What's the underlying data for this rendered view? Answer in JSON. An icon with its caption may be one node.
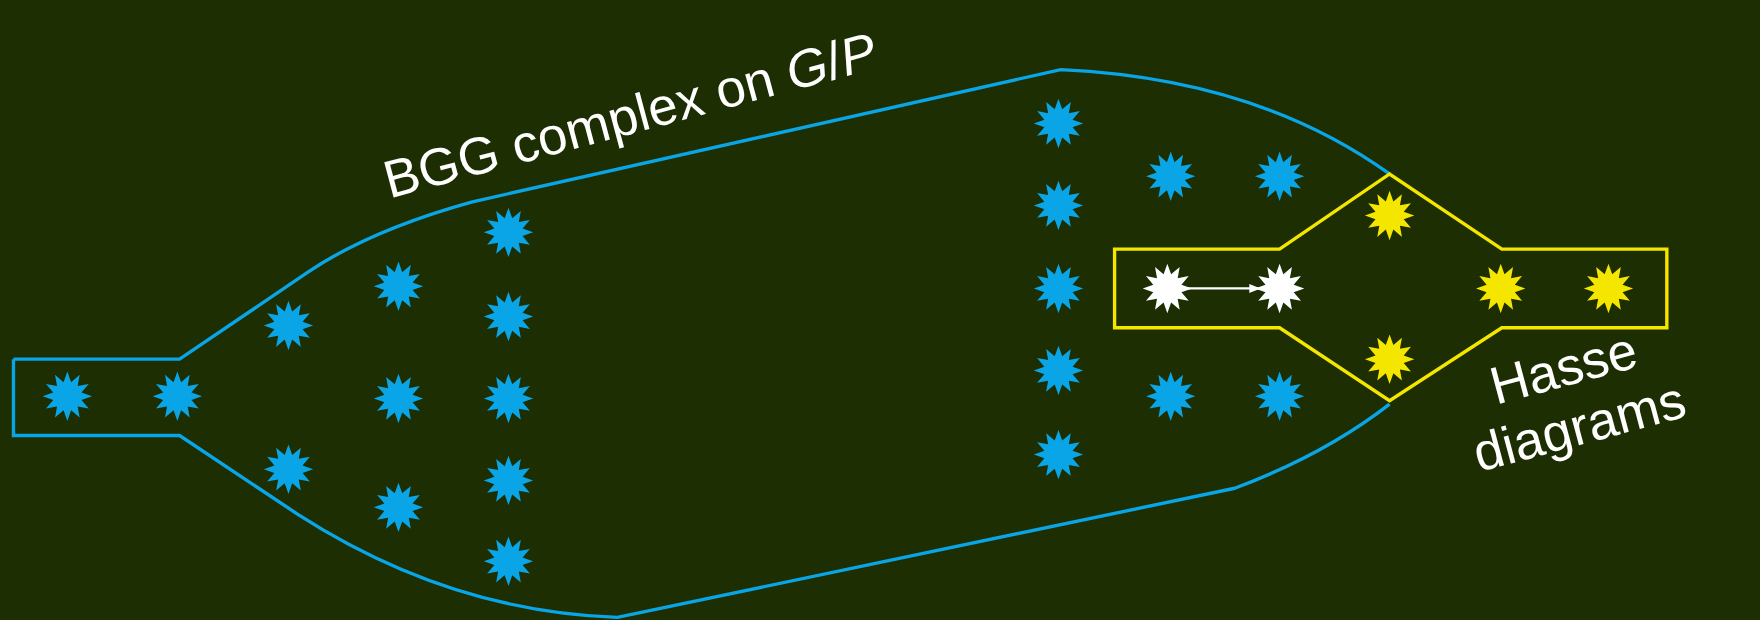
{
  "diagram": {
    "nodes": [
      {
        "text": [
          "BGG complex on *G*/*P*"
        ]
      },
      {
        "text": [
          "Hasse diagrams"
        ]
      },
      {
        "text": [],
        "shape": "star",
        "in": 0
      },
      {
        "text": [],
        "shape": "star",
        "in": 0
      },
      {
        "text": [],
        "shape": "star",
        "in": 0
      },
      {
        "text": [],
        "shape": "star",
        "in": 0
      },
      {
        "text": [],
        "shape": "star",
        "in": 0
      },
      {
        "text": [],
        "shape": "star",
        "in": 0
      },
      {
        "text": [],
        "shape": "star",
        "in": 0
      },
      {
        "text": [],
        "shape": "star",
        "in": 0
      },
      {
        "text": [],
        "shape": "star",
        "in": 0
      },
      {
        "text": [],
        "shape": "star",
        "in": 0
      },
      {
        "text": [],
        "shape": "star",
        "in": 0
      },
      {
        "text": [],
        "shape": "star",
        "in": 0
      },
      {
        "text": [],
        "shape": "star",
        "in": 0
      },
      {
        "text": [],
        "shape": "star",
        "in": 0
      },
      {
        "text": [],
        "shape": "star",
        "in": 0
      },
      {
        "text": [],
        "shape": "star",
        "in": 0
      },
      {
        "text": [],
        "shape": "star",
        "in": 0
      },
      {
        "text": [],
        "shape": "star",
        "in": 0
      },
      {
        "text": [],
        "shape": "star",
        "in": 0
      },
      {
        "text": [],
        "shape": "star",
        "in": 0
      },
      {
        "text": [],
        "shape": "star",
        "in": 0
      },
      {
        "text": [],
        "shape": "star"
      },
      {
        "text": [],
        "shape": "star"
      },
      {
        "text": [],
        "shape": "star",
        "in": 1
      },
      {
        "text": [],
        "shape": "star",
        "in": 1
      },
      {
        "text": [],
        "shape": "star",
        "in": 1
      },
      {
        "text": [],
        "shape": "star",
        "in": 1
      }
    ],
    "edges": [
      {
        "from": 23,
        "to": 24,
        "arrow": "to"
      }
    ]
  }
}
